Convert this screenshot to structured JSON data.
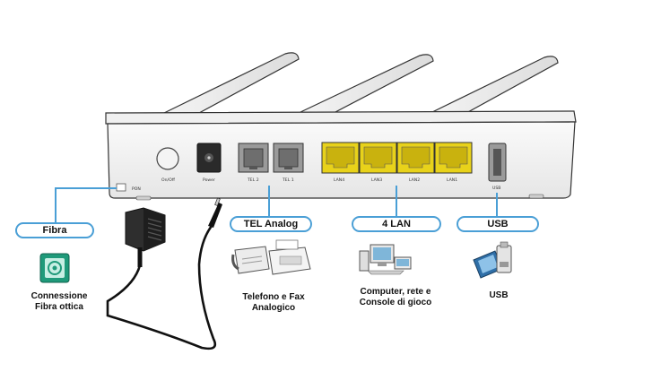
{
  "router": {
    "port_labels": {
      "pon": "PON",
      "onoff": "On/Off",
      "power": "Power",
      "tel2": "TEL 2",
      "tel1": "TEL 1",
      "lan4": "LAN4",
      "lan3": "LAN3",
      "lan2": "LAN2",
      "lan1": "LAN1",
      "usb": "USB"
    },
    "colors": {
      "lan_port": "#e8d21a",
      "tel_port": "#8c8c8c",
      "callout_line": "#4a9fd6",
      "fiber_icon": "#1f9a7a"
    }
  },
  "callouts": {
    "fibra": {
      "label": "Fibra",
      "caption_line1": "Connessione",
      "caption_line2": "Fibra ottica",
      "icon": "fiber-connector-icon"
    },
    "tel": {
      "label": "TEL Analog",
      "caption_line1": "Telefono e Fax",
      "caption_line2": "Analogico",
      "icon": "phone-fax-icon"
    },
    "lan": {
      "label": "4 LAN",
      "caption_line1": "Computer, rete e",
      "caption_line2": "Console di gioco",
      "icon": "computer-network-icon"
    },
    "usb": {
      "label": "USB",
      "caption_line1": "USB",
      "icon": "usb-storage-icon"
    }
  },
  "accessories": {
    "adapter_icon": "power-adapter-icon"
  }
}
